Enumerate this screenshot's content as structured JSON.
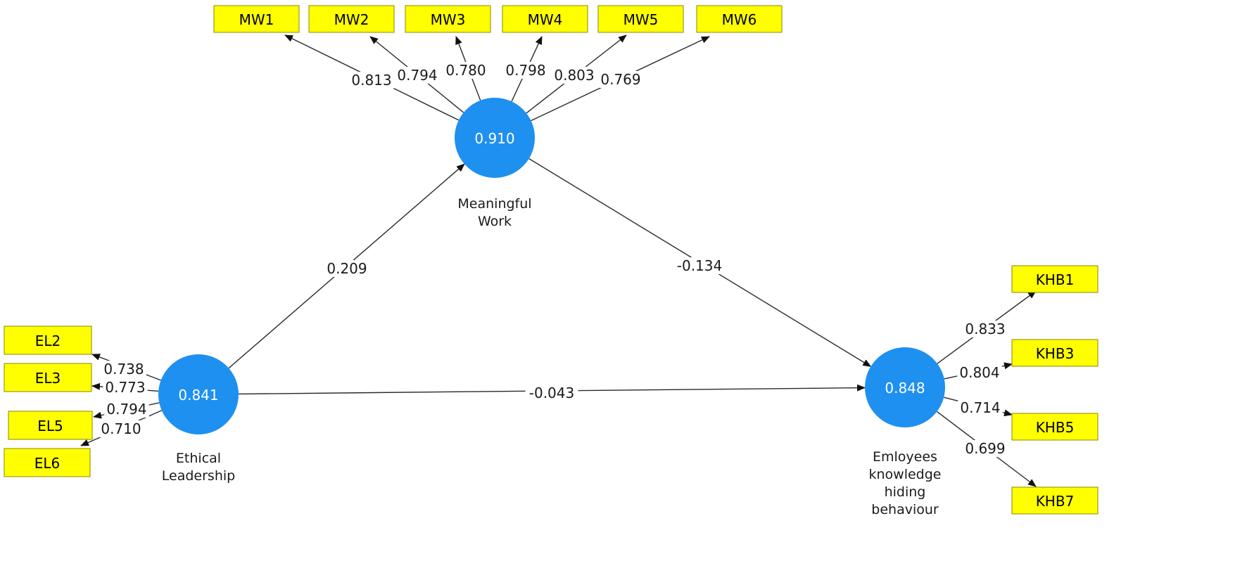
{
  "constructs": [
    {
      "id": "mw",
      "value": "0.910",
      "label_lines": [
        "Meaningful",
        "Work"
      ]
    },
    {
      "id": "el",
      "value": "0.841",
      "label_lines": [
        "Ethical",
        "Leadership"
      ]
    },
    {
      "id": "khb",
      "value": "0.848",
      "label_lines": [
        "Emloyees",
        "knowledge",
        "hiding",
        "behaviour"
      ]
    }
  ],
  "indicators": [
    {
      "id": "MW1",
      "label": "MW1",
      "construct": "mw",
      "loading": "0.813"
    },
    {
      "id": "MW2",
      "label": "MW2",
      "construct": "mw",
      "loading": "0.794"
    },
    {
      "id": "MW3",
      "label": "MW3",
      "construct": "mw",
      "loading": "0.780"
    },
    {
      "id": "MW4",
      "label": "MW4",
      "construct": "mw",
      "loading": "0.798"
    },
    {
      "id": "MW5",
      "label": "MW5",
      "construct": "mw",
      "loading": "0.803"
    },
    {
      "id": "MW6",
      "label": "MW6",
      "construct": "mw",
      "loading": "0.769"
    },
    {
      "id": "EL2",
      "label": "EL2",
      "construct": "el",
      "loading": "0.738"
    },
    {
      "id": "EL3",
      "label": "EL3",
      "construct": "el",
      "loading": "0.773"
    },
    {
      "id": "EL5",
      "label": "EL5",
      "construct": "el",
      "loading": "0.794"
    },
    {
      "id": "EL6",
      "label": "EL6",
      "construct": "el",
      "loading": "0.710"
    },
    {
      "id": "KHB1",
      "label": "KHB1",
      "construct": "khb",
      "loading": "0.833"
    },
    {
      "id": "KHB3",
      "label": "KHB3",
      "construct": "khb",
      "loading": "0.804"
    },
    {
      "id": "KHB5",
      "label": "KHB5",
      "construct": "khb",
      "loading": "0.714"
    },
    {
      "id": "KHB7",
      "label": "KHB7",
      "construct": "khb",
      "loading": "0.699"
    }
  ],
  "paths": [
    {
      "from": "el",
      "to": "mw",
      "coefficient": "0.209"
    },
    {
      "from": "mw",
      "to": "khb",
      "coefficient": "-0.134"
    },
    {
      "from": "el",
      "to": "khb",
      "coefficient": "-0.043"
    }
  ],
  "colors": {
    "construct_fill": "#1e90f0",
    "indicator_fill": "#ffff00",
    "indicator_stroke": "#8a8a00"
  }
}
